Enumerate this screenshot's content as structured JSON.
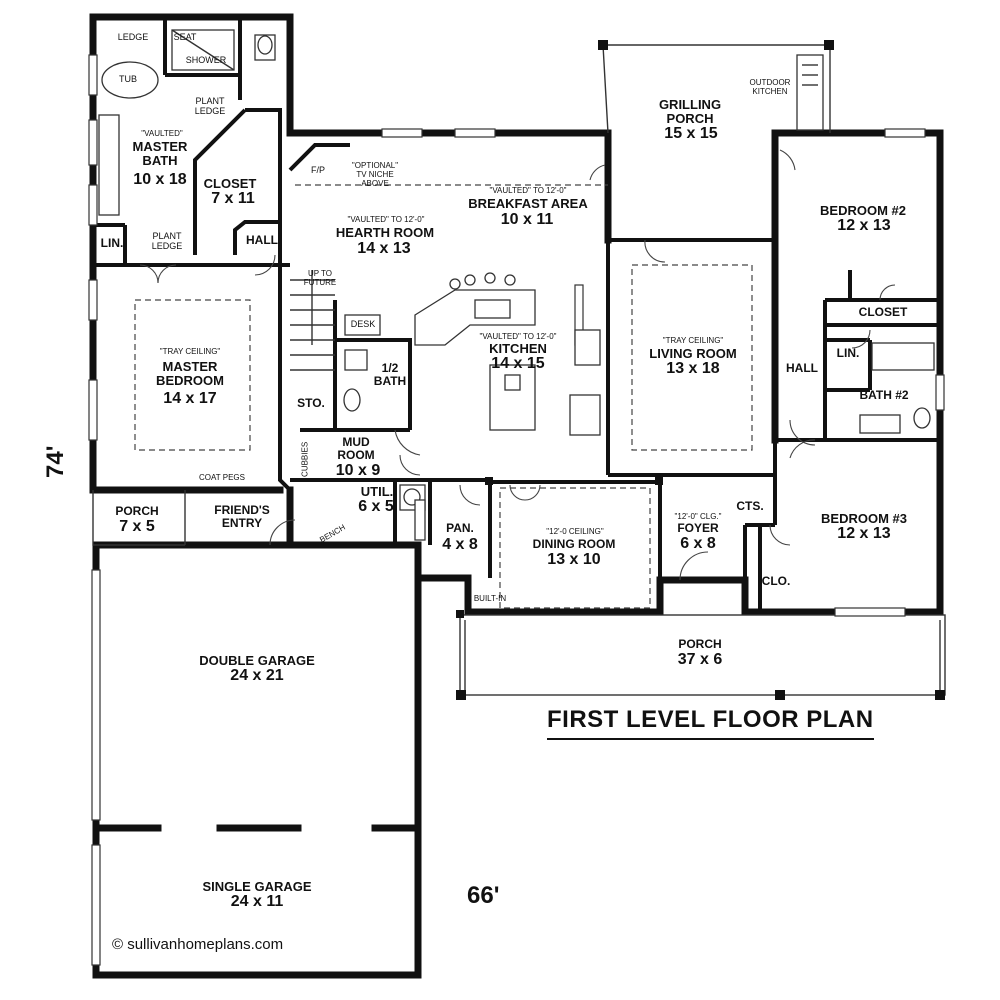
{
  "title": "FIRST LEVEL FLOOR PLAN",
  "dimensions": {
    "depth": "74'",
    "width": "66'"
  },
  "copyright": "© sullivanhomeplans.com",
  "rooms": {
    "ledge": "LEDGE",
    "tub": "TUB",
    "seat": "SEAT",
    "shower": "SHOWER",
    "plant_ledge_1": "PLANT\nLEDGE",
    "plant_ledge_2": "PLANT\nLEDGE",
    "master_bath_note": "\"VAULTED\"",
    "master_bath_name": "MASTER\nBATH",
    "master_bath_dim": "10 x 18",
    "closet_name": "CLOSET",
    "closet_dim": "7 x 11",
    "lin1": "LIN.",
    "hall1": "HALL",
    "fp": "F/P",
    "tv_note": "\"OPTIONAL\"\nTV NICHE\nABOVE",
    "hearth_note": "\"VAULTED\" TO 12'-0\"",
    "hearth_name": "HEARTH ROOM",
    "hearth_dim": "14 x 13",
    "breakfast_note": "\"VAULTED\" TO 12'-0\"",
    "breakfast_name": "BREAKFAST AREA",
    "breakfast_dim": "10 x 11",
    "grilling_name": "GRILLING\nPORCH",
    "grilling_dim": "15 x 15",
    "outdoor_kitchen": "OUTDOOR\nKITCHEN",
    "bed2_name": "BEDROOM #2",
    "bed2_dim": "12 x 13",
    "closet2": "CLOSET",
    "lin2": "LIN.",
    "hall2": "HALL",
    "bath2": "BATH #2",
    "master_bed_note": "\"TRAY CEILING\"",
    "master_bed_name": "MASTER\nBEDROOM",
    "master_bed_dim": "14 x 17",
    "up_to_future": "UP TO\nFUTURE",
    "desk": "DESK",
    "half_bath_name": "1/2\nBATH",
    "sto": "STO.",
    "kitchen_note": "\"VAULTED\" TO 12'-0\"",
    "kitchen_name": "KITCHEN",
    "kitchen_dim": "14 x 15",
    "living_note": "\"TRAY CEILING\"",
    "living_name": "LIVING ROOM",
    "living_dim": "13 x 18",
    "cubbies": "CUBBIES",
    "mud_name": "MUD\nROOM",
    "mud_dim": "10 x 9",
    "coat_pegs": "COAT PEGS",
    "util_name": "UTIL.",
    "util_dim": "6 x 5",
    "porch_small_name": "PORCH",
    "porch_small_dim": "7 x 5",
    "friends_entry": "FRIEND'S\nENTRY",
    "bench": "BENCH",
    "pan_name": "PAN.",
    "pan_dim": "4 x 8",
    "dining_note": "\"12'-0 CEILING\"",
    "dining_name": "DINING ROOM",
    "dining_dim": "13 x 10",
    "foyer_note": "\"12'-0\" CLG.\"",
    "foyer_name": "FOYER",
    "foyer_dim": "6 x 8",
    "cts": "CTS.",
    "clo": "CLO.",
    "bed3_name": "BEDROOM #3",
    "bed3_dim": "12 x 13",
    "built_in": "BUILT-IN",
    "porch_big_name": "PORCH",
    "porch_big_dim": "37 x 6",
    "double_garage_name": "DOUBLE GARAGE",
    "double_garage_dim": "24 x 21",
    "single_garage_name": "SINGLE GARAGE",
    "single_garage_dim": "24 x 11"
  }
}
